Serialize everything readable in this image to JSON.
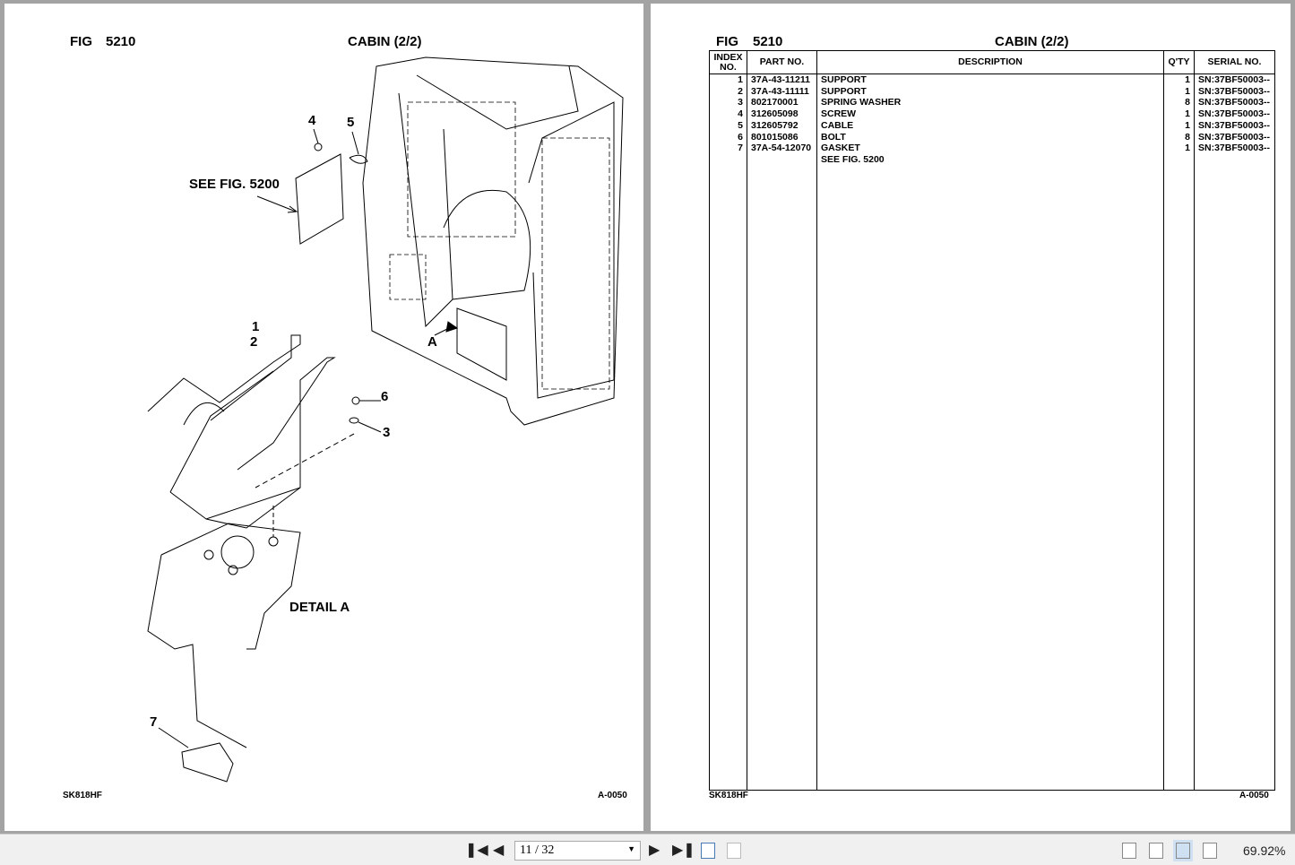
{
  "left_page": {
    "fig_label": "FIG",
    "fig_number": "5210",
    "title": "CABIN (2/2)",
    "callouts": [
      "1",
      "2",
      "3",
      "4",
      "5",
      "6",
      "7",
      "A"
    ],
    "see_fig": "SEE FIG. 5200",
    "detail": "DETAIL A",
    "footer_model": "SK818HF",
    "footer_code": "A-0050"
  },
  "right_page": {
    "fig_label": "FIG",
    "fig_number": "5210",
    "title": "CABIN (2/2)",
    "columns": [
      "INDEX NO.",
      "PART NO.",
      "DESCRIPTION",
      "Q'TY",
      "SERIAL NO."
    ],
    "rows": [
      {
        "index": "1",
        "part": "37A-43-11211",
        "desc": "SUPPORT",
        "qty": "1",
        "serial": "SN:37BF50003--"
      },
      {
        "index": "2",
        "part": "37A-43-11111",
        "desc": "SUPPORT",
        "qty": "1",
        "serial": "SN:37BF50003--"
      },
      {
        "index": "3",
        "part": "802170001",
        "desc": "SPRING WASHER",
        "qty": "8",
        "serial": "SN:37BF50003--"
      },
      {
        "index": "4",
        "part": "312605098",
        "desc": "SCREW",
        "qty": "1",
        "serial": "SN:37BF50003--"
      },
      {
        "index": "5",
        "part": "312605792",
        "desc": "CABLE",
        "qty": "1",
        "serial": "SN:37BF50003--"
      },
      {
        "index": "6",
        "part": "801015086",
        "desc": "BOLT",
        "qty": "8",
        "serial": "SN:37BF50003--"
      },
      {
        "index": "7",
        "part": "37A-54-12070",
        "desc": "GASKET",
        "qty": "1",
        "serial": "SN:37BF50003--"
      },
      {
        "index": "",
        "part": "",
        "desc": "SEE FIG. 5200",
        "qty": "",
        "serial": ""
      }
    ],
    "footer_model": "SK818HF",
    "footer_code": "A-0050"
  },
  "toolbar": {
    "page_value": "11 / 32",
    "zoom": "69.92%"
  }
}
